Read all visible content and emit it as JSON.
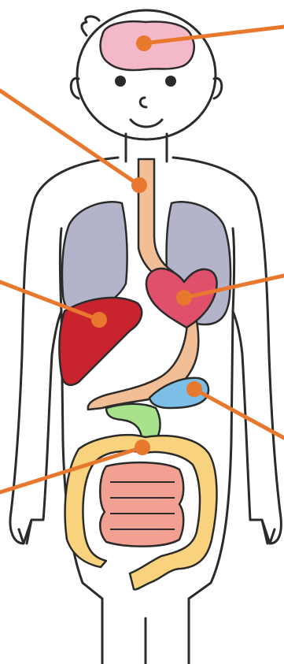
{
  "diagram": {
    "type": "human-anatomy-organs",
    "colors": {
      "leader": "#e8782e",
      "brain": "#f4b9c8",
      "lungs": "#b3b3c9",
      "esophagus": "#f2be96",
      "heart": "#e0506b",
      "liver": "#c9242e",
      "stomach": "#f2be96",
      "pancreas": "#7cbfe6",
      "duodenum": "#a9e28c",
      "colon": "#f8d27c",
      "small_intestine": "#f1a091",
      "skin": "#ffffff",
      "outline": "#2b2b2b"
    },
    "organs": [
      {
        "id": "brain",
        "icon": "brain-icon"
      },
      {
        "id": "esophagus",
        "icon": "esophagus-icon"
      },
      {
        "id": "heart",
        "icon": "heart-icon"
      },
      {
        "id": "liver",
        "icon": "liver-icon"
      },
      {
        "id": "pancreas",
        "icon": "pancreas-icon"
      },
      {
        "id": "intestines",
        "icon": "intestine-icon"
      }
    ]
  }
}
